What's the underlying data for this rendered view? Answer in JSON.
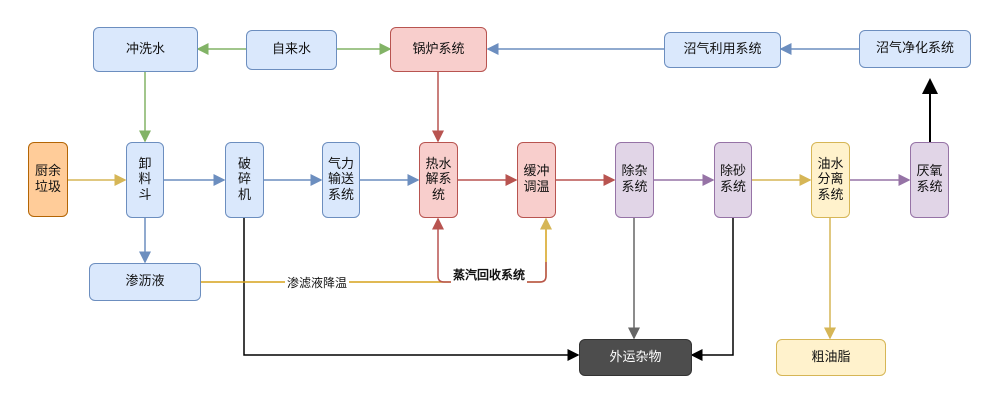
{
  "nodes": {
    "kitchen_waste": "厨余\n垃圾",
    "unloading_hopper": "卸\n料\n斗",
    "crushing": "破\n碎\n机",
    "pneumatic": "气力\n输送\n系统",
    "thermal_hydrolysis": "热水\n解系\n统",
    "buffer": "缓冲\n调温",
    "impurity_removal": "除杂\n系统",
    "sand_removal": "除砂\n系统",
    "oil_water": "油水\n分离\n系统",
    "anaerobic": "厌氧\n系统",
    "rinse_water": "冲洗水",
    "tap_water": "自来水",
    "boiler": "锅炉系统",
    "biogas_use": "沼气利用系统",
    "biogas_purify": "沼气净化系统",
    "leachate": "渗沥液",
    "crude_oil": "粗油脂",
    "outbound_waste": "外运杂物"
  },
  "labels": {
    "leachate_cooling": "渗滤液降温",
    "steam_recovery": "蒸汽回收系统"
  },
  "colors": {
    "green": "#82b366",
    "blue": "#6c8ebf",
    "red": "#b85450",
    "purple": "#9673a6",
    "yellow": "#d6b656",
    "black": "#000000",
    "gray": "#666666"
  }
}
